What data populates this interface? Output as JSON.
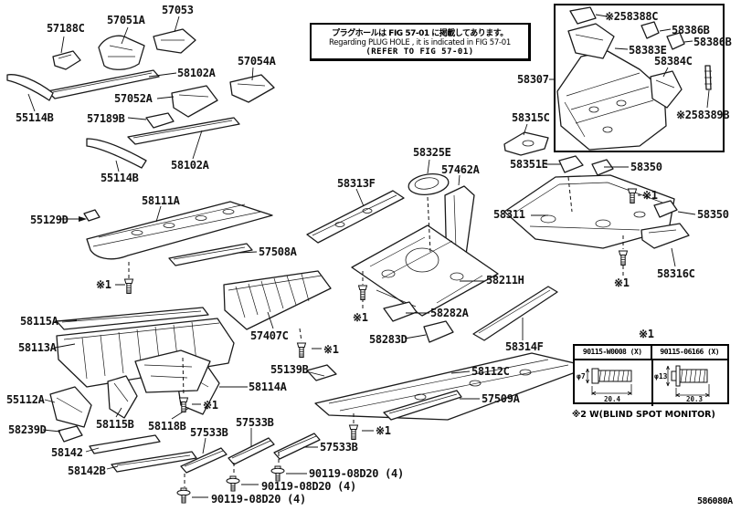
{
  "figure_code": "586080A",
  "notice": {
    "jp": "プラグホールは FIG 57-01 に掲載してあります。",
    "en": "Regarding PLUG HOLE , it is indicated in FIG 57-01",
    "ref": "(REFER TO FIG 57-01)"
  },
  "fastener_table": {
    "title": "※1",
    "note2": "※2 W(BLIND SPOT MONITOR)",
    "columns": [
      {
        "part_no": "90115-W0008 (X)",
        "diameter": "φ7",
        "length": "20.4"
      },
      {
        "part_no": "90115-06166 (X)",
        "diameter": "φ13",
        "length": "20.3"
      }
    ]
  },
  "labels": [
    {
      "text": "57188C"
    },
    {
      "text": "57051A"
    },
    {
      "text": "57053"
    },
    {
      "text": "58102A"
    },
    {
      "text": "57054A"
    },
    {
      "text": "57052A"
    },
    {
      "text": "57189B"
    },
    {
      "text": "55114B"
    },
    {
      "text": "58102A"
    },
    {
      "text": "55114B"
    },
    {
      "text": "55129D"
    },
    {
      "text": "58111A"
    },
    {
      "text": "57508A"
    },
    {
      "text": "※1"
    },
    {
      "text": "58115A"
    },
    {
      "text": "58113A"
    },
    {
      "text": "57407C"
    },
    {
      "text": "※1"
    },
    {
      "text": "55112A"
    },
    {
      "text": "58239D"
    },
    {
      "text": "58115B"
    },
    {
      "text": "58118B"
    },
    {
      "text": "※1"
    },
    {
      "text": "58142"
    },
    {
      "text": "58142B"
    },
    {
      "text": "58114A"
    },
    {
      "text": "55139B"
    },
    {
      "text": "57533B"
    },
    {
      "text": "57533B"
    },
    {
      "text": "57533B"
    },
    {
      "text": "90119-08D20 (4)"
    },
    {
      "text": "90119-08D20 (4)"
    },
    {
      "text": "90119-08D20 (4)"
    },
    {
      "text": "58313F"
    },
    {
      "text": "58325E"
    },
    {
      "text": "57462A"
    },
    {
      "text": "※1"
    },
    {
      "text": "58211H"
    },
    {
      "text": "58282A"
    },
    {
      "text": "58283D"
    },
    {
      "text": "58314F"
    },
    {
      "text": "58112C"
    },
    {
      "text": "57509A"
    },
    {
      "text": "※1"
    },
    {
      "text": "58311"
    },
    {
      "text": "58351E"
    },
    {
      "text": "58315C"
    },
    {
      "text": "58307"
    },
    {
      "text": "58350"
    },
    {
      "text": "※1"
    },
    {
      "text": "58350"
    },
    {
      "text": "※1"
    },
    {
      "text": "58316C"
    },
    {
      "text": "※258388C"
    },
    {
      "text": "58386B"
    },
    {
      "text": "58386B"
    },
    {
      "text": "58383E"
    },
    {
      "text": "58384C"
    },
    {
      "text": "※258389B"
    }
  ]
}
